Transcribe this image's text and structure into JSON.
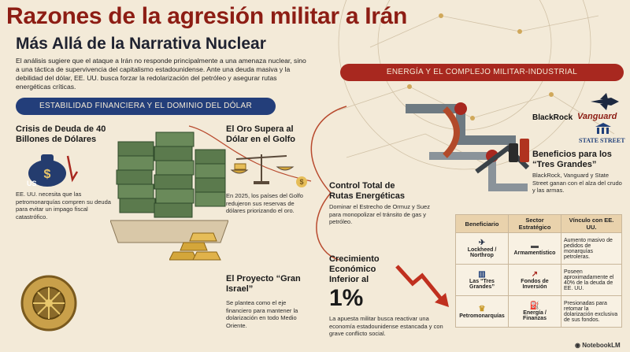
{
  "header": {
    "title": "Razones de la agresión militar a Irán",
    "subtitle": "Más Allá de la Narrativa Nuclear",
    "intro": "El análisis sugiere que el ataque a Irán no responde principalmente a una amenaza nuclear, sino a una táctica de supervivencia del capitalismo estadounidense. Ante una deuda masiva y la debilidad del dólar, EE. UU. busca forzar la redolarización del petróleo y asegurar rutas energéticas críticas."
  },
  "left_section": {
    "banner": "ESTABILIDAD FINANCIERA Y EL DOMINIO DEL DÓLAR",
    "debt": {
      "heading": "Crisis de Deuda de 40 Billones de Dólares",
      "text": "EE. UU. necesita que las petromonarquías compren su deuda para evitar un impago fiscal catastrófico.",
      "bag_symbol": "$",
      "bag_label": "US"
    },
    "gold": {
      "heading": "El Oro Supera al Dólar en el Golfo",
      "text": "En 2025, los países del Golfo redujeron sus reservas de dólares priorizando el oro.",
      "coin_symbol": "$"
    },
    "israel": {
      "heading": "El Proyecto “Gran Israel”",
      "text": "Se plantea como el eje financiero para mantener la dolarización en todo Medio Oriente."
    }
  },
  "right_section": {
    "banner": "ENERGÍA Y EL COMPLEJO MILITAR-INDUSTRIAL",
    "routes": {
      "heading": "Control Total de Rutas Energéticas",
      "text": "Dominar el Estrecho de Ormuz y Suez para monopolizar el tránsito de gas y petróleo."
    },
    "growth": {
      "heading": "Crecimiento Económico Inferior al",
      "value": "1%",
      "text": "La apuesta militar busca reactivar una economía estadounidense estancada y con grave conflicto social."
    },
    "benefits": {
      "heading": "Beneficios para los “Tres Grandes”",
      "text": "BlackRock, Vanguard y State Street ganan con el alza del crudo y las armas.",
      "logos": {
        "blackrock": "BlackRock",
        "vanguard": "Vanguard",
        "statestreet": "STATE STREET"
      }
    },
    "table": {
      "headers": [
        "Beneficiario",
        "Sector Estratégico",
        "Vínculo con EE. UU."
      ],
      "rows": [
        {
          "who": "Lockheed / Northrop",
          "sector": "Armamentístico",
          "link": "Aumento masivo de pedidos de monarquías petroleras."
        },
        {
          "who": "Las “Tres Grandes”",
          "sector": "Fondos de Inversión",
          "link": "Poseen aproximadamente el 40% de la deuda de EE. UU."
        },
        {
          "who": "Petromonarquías",
          "sector": "Energía / Finanzas",
          "link": "Presionadas para retomar la dolarización exclusiva de sus fondos."
        }
      ]
    }
  },
  "footer": {
    "brand": "NotebookLM"
  },
  "colors": {
    "title": "#8d1d14",
    "blue_banner": "#233e7a",
    "red_banner": "#a8281f",
    "background": "#f3ead8"
  }
}
